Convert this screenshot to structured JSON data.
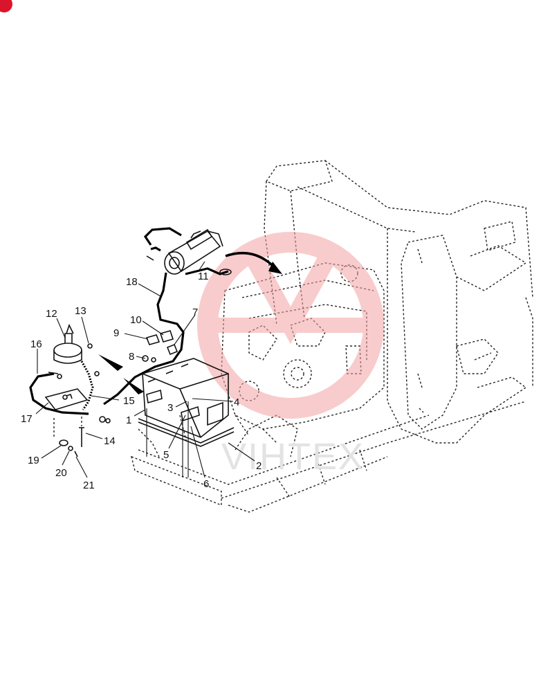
{
  "watermark": "VIHTEX",
  "callouts": [
    {
      "id": "1",
      "label": "1"
    },
    {
      "id": "2",
      "label": "2"
    },
    {
      "id": "3",
      "label": "3"
    },
    {
      "id": "4",
      "label": "4"
    },
    {
      "id": "5",
      "label": "5"
    },
    {
      "id": "6",
      "label": "6"
    },
    {
      "id": "7",
      "label": "7"
    },
    {
      "id": "8",
      "label": "8"
    },
    {
      "id": "9",
      "label": "9"
    },
    {
      "id": "10",
      "label": "10"
    },
    {
      "id": "11",
      "label": "11"
    },
    {
      "id": "12",
      "label": "12"
    },
    {
      "id": "13",
      "label": "13"
    },
    {
      "id": "14",
      "label": "14"
    },
    {
      "id": "15",
      "label": "15"
    },
    {
      "id": "16",
      "label": "16"
    },
    {
      "id": "17",
      "label": "17"
    },
    {
      "id": "18",
      "label": "18"
    },
    {
      "id": "19",
      "label": "19"
    },
    {
      "id": "20",
      "label": "20"
    },
    {
      "id": "21",
      "label": "21"
    }
  ],
  "colors": {
    "watermark_logo": "#f4a3a3",
    "line": "#111111",
    "corner_badge": "#d9152c"
  },
  "icons": {
    "corner_badge": "red-circle-icon"
  }
}
